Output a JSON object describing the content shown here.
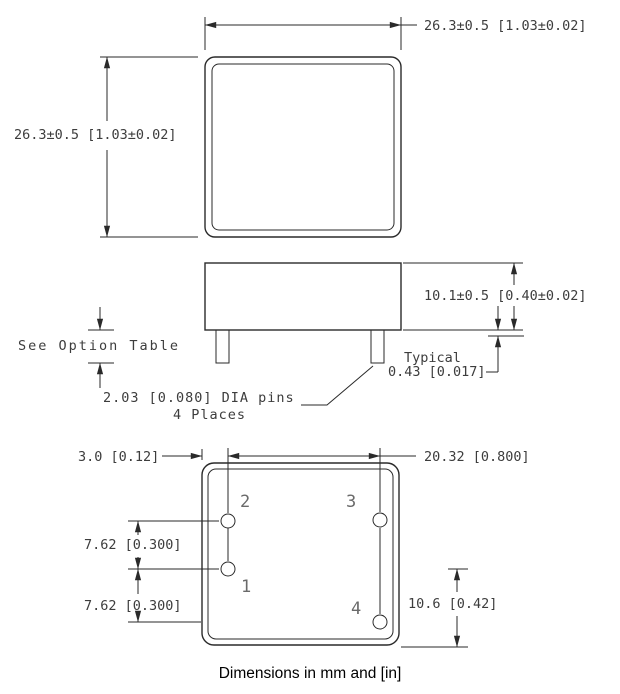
{
  "caption": "Dimensions in mm and [in]",
  "colors": {
    "line": "#2a2a2a",
    "dim_text": "#3d3d3d",
    "pin_label": "#6a6a6a",
    "background": "#ffffff"
  },
  "top_view": {
    "width_dim": "26.3±0.5 [1.03±0.02]",
    "height_dim": "26.3±0.5 [1.03±0.02]"
  },
  "side_view": {
    "height_dim": "10.1±0.5 [0.40±0.02]",
    "pin_length_note": "See Option Table",
    "typical_label": "Typical",
    "typical_dim": "0.43 [0.017]",
    "pin_dia_note": "2.03 [0.080] DIA pins",
    "pin_places_note": "4 Places"
  },
  "bottom_view": {
    "edge_to_pin_dim": "3.0 [0.12]",
    "pin_span_dim": "20.32 [0.800]",
    "row_pitch_dim_upper": "7.62 [0.300]",
    "row_pitch_dim_lower": "7.62 [0.300]",
    "pin_to_edge_dim": "10.6 [0.42]",
    "pin_labels": {
      "pin1": "1",
      "pin2": "2",
      "pin3": "3",
      "pin4": "4"
    }
  }
}
